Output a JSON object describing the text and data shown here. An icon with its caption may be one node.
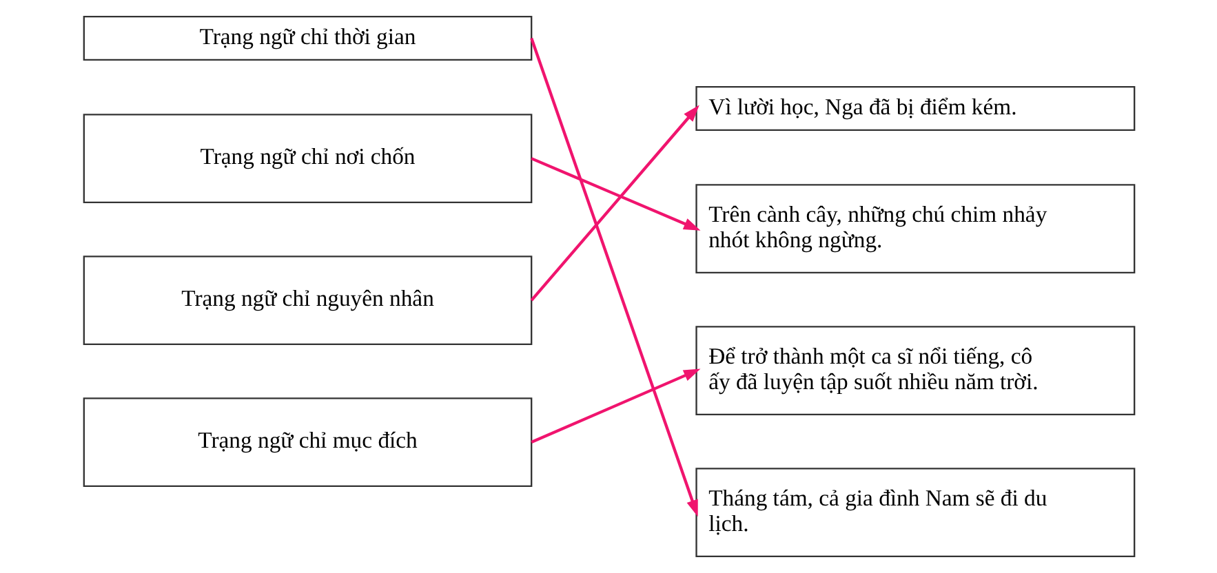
{
  "diagram": {
    "nodes": [
      {
        "text": [
          "Trạng ngữ chỉ thời gian"
        ]
      },
      {
        "text": [
          "Vì lười học, Nga đã bị điểm kém."
        ]
      },
      {
        "text": [
          "Trạng ngữ chỉ nơi chốn"
        ]
      },
      {
        "text": [
          "Trên cành cây, những chú chim nhảy nhót không ngừng."
        ]
      },
      {
        "text": [
          "Trạng ngữ chỉ nguyên nhân"
        ]
      },
      {
        "text": [
          "Để trở thành một ca sĩ nổi tiếng, cô ấy đã luyện tập suốt nhiều năm trời."
        ]
      },
      {
        "text": [
          "Trạng ngữ chỉ mục đích"
        ]
      },
      {
        "text": [
          "Tháng tám, cả gia đình Nam sẽ đi du lịch."
        ]
      }
    ],
    "edges": [
      {
        "from": 0,
        "to": 7,
        "arrow": "to"
      },
      {
        "from": 2,
        "to": 3,
        "arrow": "to"
      },
      {
        "from": 4,
        "to": 1,
        "arrow": "to"
      },
      {
        "from": 6,
        "to": 5,
        "arrow": "to"
      }
    ]
  }
}
